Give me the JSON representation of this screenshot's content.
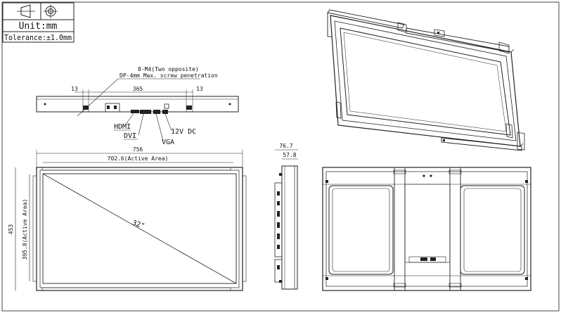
{
  "title_block": {
    "unit": "Unit:mm",
    "tolerance": "Tolerance:±1.0mm",
    "projection_icon": "third-angle-projection-icon"
  },
  "top_view": {
    "note_line1": "8-M4(Two opposite)",
    "note_line2": "DP-4mm Max. screw penetration",
    "dim_left": "13",
    "dim_center": "365",
    "dim_right": "13",
    "ports": {
      "hdmi": "HDMI",
      "dvi": "DVI",
      "vga": "VGA",
      "dc": "12V DC"
    }
  },
  "front_view": {
    "dim_overall_width": "756",
    "dim_active_width": "702.6(Active Area)",
    "dim_overall_height": "453",
    "dim_active_height": "395.8(Active Area)",
    "diagonal": "32\""
  },
  "side_view": {
    "dim_depth": "76.7",
    "dim_inner_depth": "57.8"
  }
}
